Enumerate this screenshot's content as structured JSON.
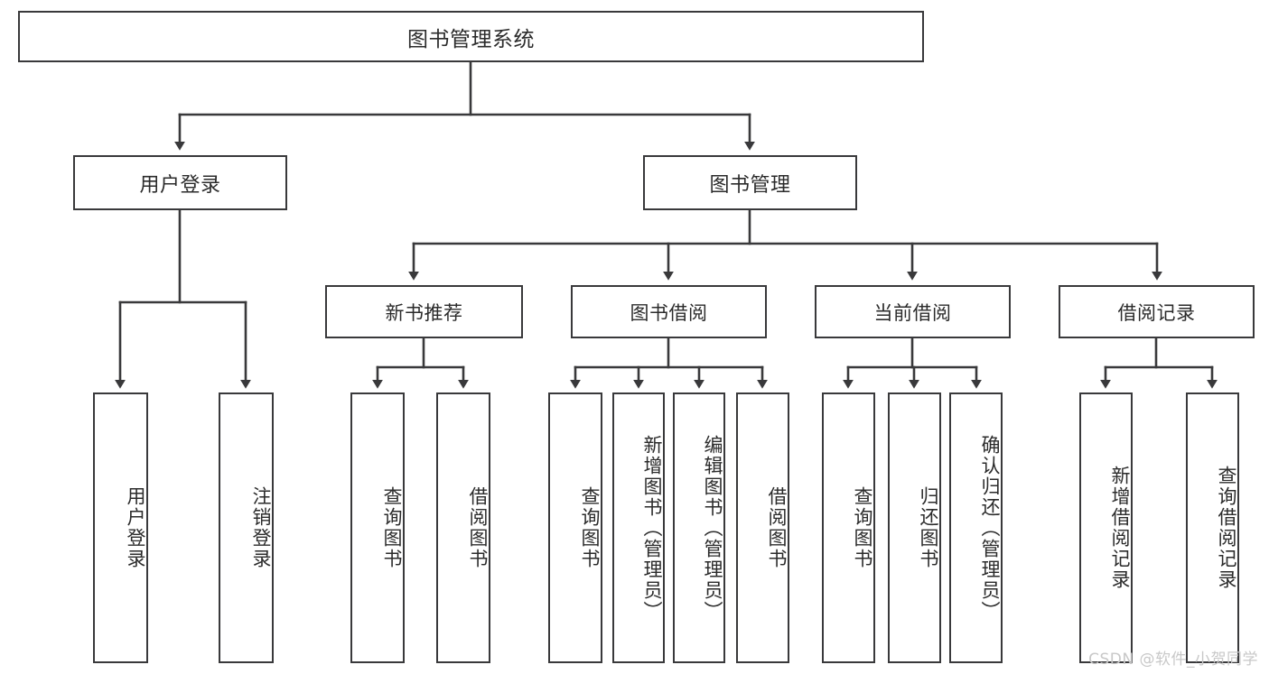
{
  "diagram": {
    "title": "图书管理系统",
    "type": "tree-hierarchy-diagram",
    "root": {
      "label": "图书管理系统"
    },
    "tier1": [
      {
        "label": "用户登录"
      },
      {
        "label": "图书管理"
      }
    ],
    "tier2": [
      {
        "label": "新书推荐"
      },
      {
        "label": "图书借阅"
      },
      {
        "label": "当前借阅"
      },
      {
        "label": "借阅记录"
      }
    ],
    "leaves": [
      {
        "label": "用户登录"
      },
      {
        "label": "注销登录"
      },
      {
        "label": "查询图书"
      },
      {
        "label": "借阅图书"
      },
      {
        "label": "查询图书"
      },
      {
        "label": "新增图书（管理员）"
      },
      {
        "label": "编辑图书（管理员）"
      },
      {
        "label": "借阅图书"
      },
      {
        "label": "查询图书"
      },
      {
        "label": "归还图书"
      },
      {
        "label": "确认归还（管理员）"
      },
      {
        "label": "新增借阅记录"
      },
      {
        "label": "查询借阅记录"
      }
    ],
    "watermark": "CSDN @软件_小贺同学",
    "colors": {
      "stroke": "#39393b",
      "fill": "#ffffff",
      "text": "#2b2b2b",
      "watermark": "#c8c8c8"
    }
  }
}
